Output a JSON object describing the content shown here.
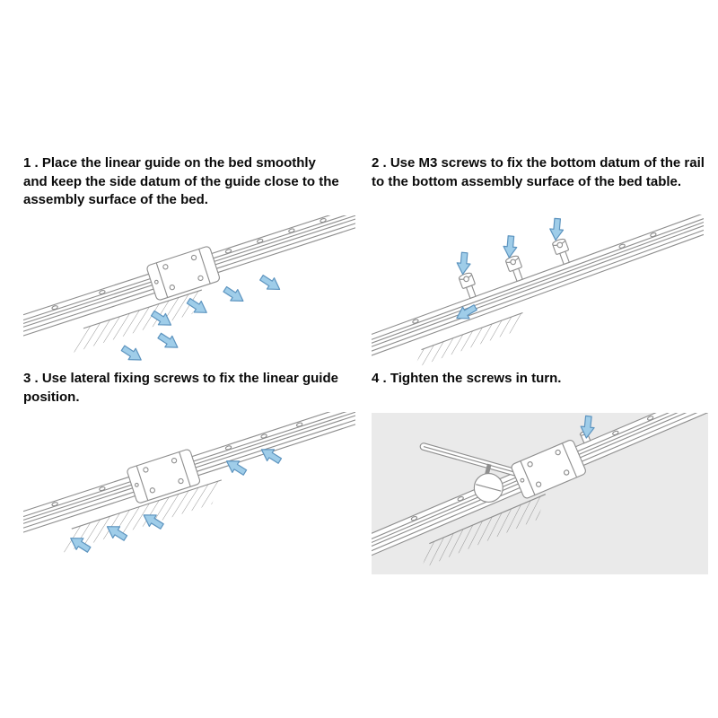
{
  "steps": [
    {
      "label": "1 . Place the linear guide on the bed smoothly and keep the side datum of the guide close to the assembly surface of the bed."
    },
    {
      "label": "2 . Use M3 screws to fix the bottom datum of the rail to the bottom assembly surface of the bed table."
    },
    {
      "label": "3 . Use lateral fixing screws to fix the linear guide position."
    },
    {
      "label": "4 . Tighten the screws in turn."
    }
  ],
  "colors": {
    "page_background": "#ffffff",
    "text": "#0a0a0a",
    "line_art": "#8e8e8e",
    "arrow_fill": "#9fcde9",
    "arrow_stroke": "#5d94bf",
    "panel4_background": "#eaeaea"
  }
}
